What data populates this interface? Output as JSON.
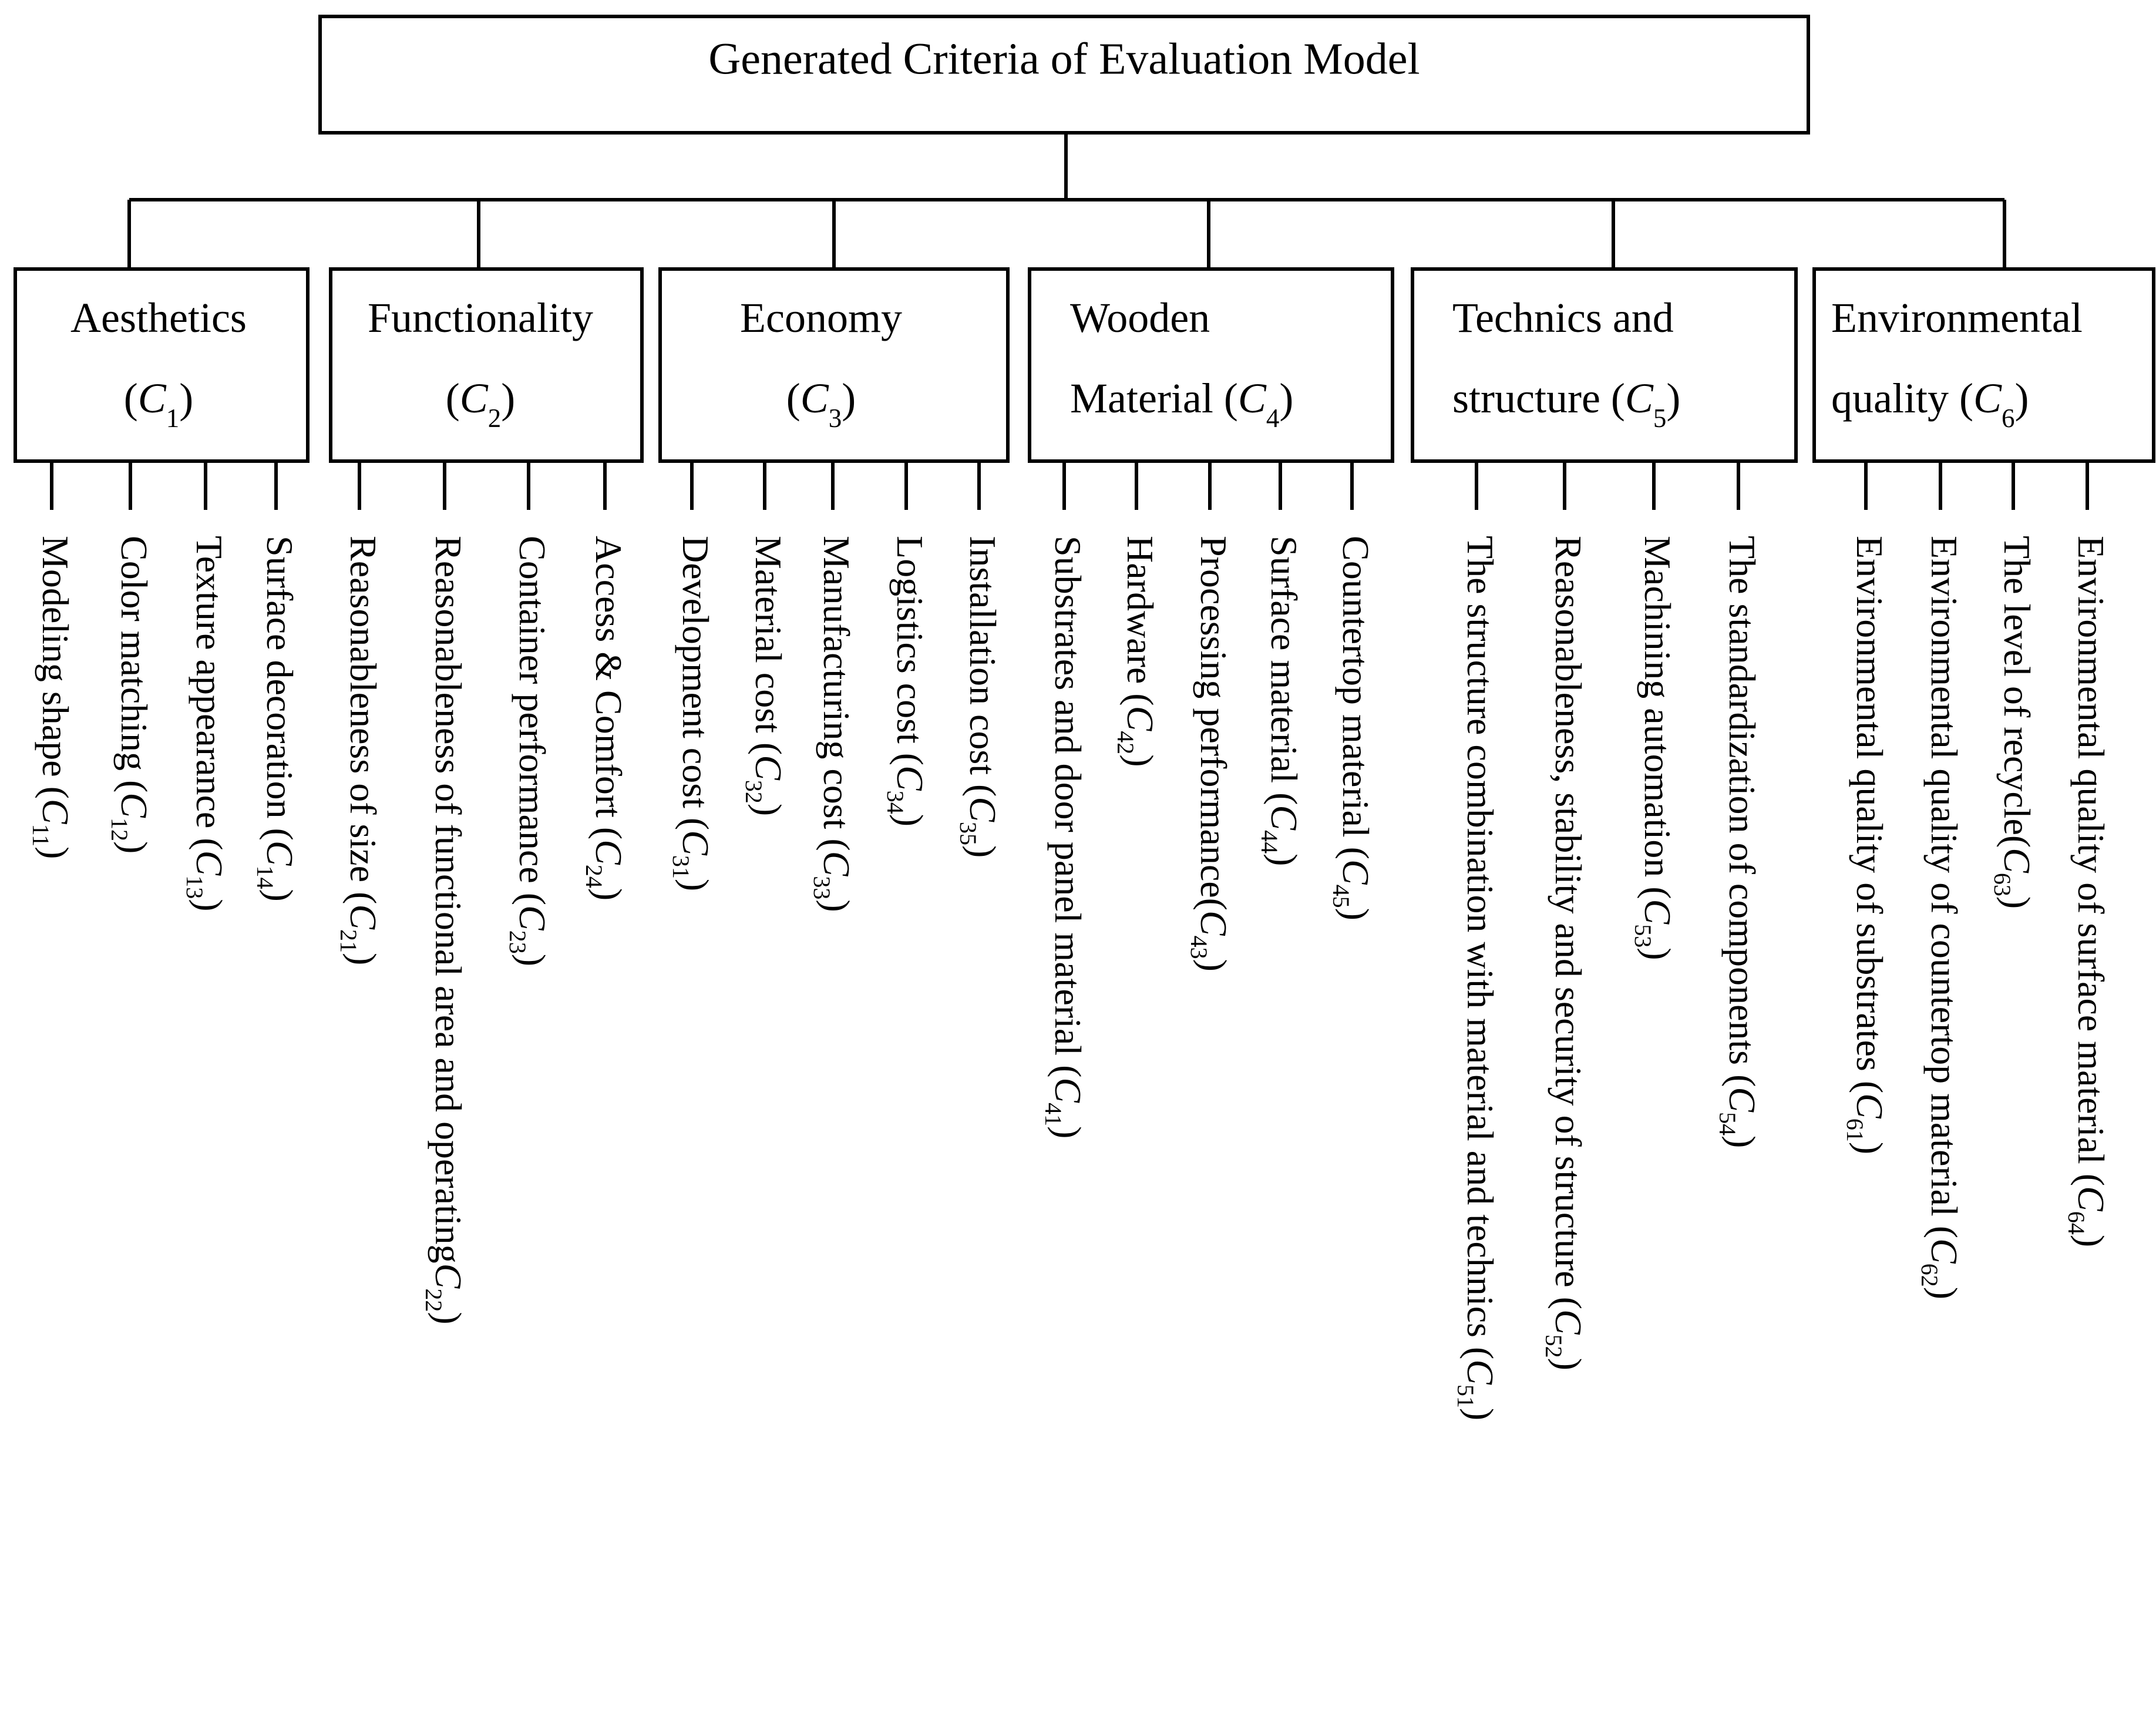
{
  "diagram": {
    "root": {
      "label": "Generated Criteria of Evaluation Model"
    },
    "categories": [
      {
        "lines": [
          [
            {
              "t": "Aesthetics"
            }
          ],
          [
            {
              "t": "("
            },
            {
              "t": "C",
              "i": true
            },
            {
              "t": "1",
              "s": true
            },
            {
              "t": ")"
            }
          ]
        ],
        "leaves": [
          [
            {
              "t": "Modeling shape ("
            },
            {
              "t": "C",
              "i": true
            },
            {
              "t": "11",
              "s": true
            },
            {
              "t": ")"
            }
          ],
          [
            {
              "t": "Color matching ("
            },
            {
              "t": "C",
              "i": true
            },
            {
              "t": "12",
              "s": true
            },
            {
              "t": ")"
            }
          ],
          [
            {
              "t": "Texture appearance ("
            },
            {
              "t": "C",
              "i": true
            },
            {
              "t": "13",
              "s": true
            },
            {
              "t": ")"
            }
          ],
          [
            {
              "t": "Surface decoration ("
            },
            {
              "t": "C",
              "i": true
            },
            {
              "t": "14",
              "s": true
            },
            {
              "t": ")"
            }
          ]
        ]
      },
      {
        "lines": [
          [
            {
              "t": "Functionality"
            }
          ],
          [
            {
              "t": "("
            },
            {
              "t": "C",
              "i": true
            },
            {
              "t": "2",
              "s": true
            },
            {
              "t": ")"
            }
          ]
        ],
        "leaves": [
          [
            {
              "t": "Reasonableness of size ("
            },
            {
              "t": "C",
              "i": true
            },
            {
              "t": "21",
              "s": true
            },
            {
              "t": ")"
            }
          ],
          [
            {
              "t": "Reasonableness of functional area and operating"
            },
            {
              "t": "C",
              "i": true
            },
            {
              "t": "22",
              "s": true
            },
            {
              "t": ")"
            }
          ],
          [
            {
              "t": "Container performance ("
            },
            {
              "t": "C",
              "i": true
            },
            {
              "t": "23",
              "s": true
            },
            {
              "t": ")"
            }
          ],
          [
            {
              "t": "Access  &  Comfort ("
            },
            {
              "t": "C",
              "i": true
            },
            {
              "t": "24",
              "s": true
            },
            {
              "t": ")"
            }
          ]
        ]
      },
      {
        "lines": [
          [
            {
              "t": "Economy"
            }
          ],
          [
            {
              "t": "("
            },
            {
              "t": "C",
              "i": true
            },
            {
              "t": "3",
              "s": true
            },
            {
              "t": ")"
            }
          ]
        ],
        "leaves": [
          [
            {
              "t": "Development cost ("
            },
            {
              "t": "C",
              "i": true
            },
            {
              "t": "31",
              "s": true
            },
            {
              "t": ")"
            }
          ],
          [
            {
              "t": "Material cost ("
            },
            {
              "t": "C",
              "i": true
            },
            {
              "t": "32",
              "s": true
            },
            {
              "t": ")"
            }
          ],
          [
            {
              "t": "Manufacturing cost ("
            },
            {
              "t": "C",
              "i": true
            },
            {
              "t": "33",
              "s": true
            },
            {
              "t": ")"
            }
          ],
          [
            {
              "t": "Logistics cost ("
            },
            {
              "t": "C",
              "i": true
            },
            {
              "t": "34",
              "s": true
            },
            {
              "t": ")"
            }
          ],
          [
            {
              "t": "Installation cost ("
            },
            {
              "t": "C",
              "i": true
            },
            {
              "t": "35",
              "s": true
            },
            {
              "t": ")"
            }
          ]
        ]
      },
      {
        "lines": [
          [
            {
              "t": "Wooden"
            }
          ],
          [
            {
              "t": "Material ("
            },
            {
              "t": "C",
              "i": true
            },
            {
              "t": "4",
              "s": true
            },
            {
              "t": ")"
            }
          ]
        ],
        "leaves": [
          [
            {
              "t": "Substrates and door panel material ("
            },
            {
              "t": "C",
              "i": true
            },
            {
              "t": "41",
              "s": true
            },
            {
              "t": ")"
            }
          ],
          [
            {
              "t": "Hardware ("
            },
            {
              "t": "C",
              "i": true
            },
            {
              "t": "42",
              "s": true
            },
            {
              "t": ")"
            }
          ],
          [
            {
              "t": "Processing performance("
            },
            {
              "t": "C",
              "i": true
            },
            {
              "t": "43",
              "s": true
            },
            {
              "t": ")"
            }
          ],
          [
            {
              "t": "Surface material ("
            },
            {
              "t": "C",
              "i": true
            },
            {
              "t": "44",
              "s": true
            },
            {
              "t": ")"
            }
          ],
          [
            {
              "t": "Countertop material ("
            },
            {
              "t": "C",
              "i": true
            },
            {
              "t": "45",
              "s": true
            },
            {
              "t": ")"
            }
          ]
        ]
      },
      {
        "lines": [
          [
            {
              "t": "Technics and"
            }
          ],
          [
            {
              "t": "structure ("
            },
            {
              "t": "C",
              "i": true
            },
            {
              "t": "5",
              "s": true
            },
            {
              "t": ")"
            }
          ]
        ],
        "leaves": [
          [
            {
              "t": "The structure combination with material and technics ("
            },
            {
              "t": "C",
              "i": true
            },
            {
              "t": "51",
              "s": true
            },
            {
              "t": ")"
            }
          ],
          [
            {
              "t": "Reasonableness, stability and security of structure ("
            },
            {
              "t": "C",
              "i": true
            },
            {
              "t": "52",
              "s": true
            },
            {
              "t": ")"
            }
          ],
          [
            {
              "t": "Machining automation ("
            },
            {
              "t": "C",
              "i": true
            },
            {
              "t": "53",
              "s": true
            },
            {
              "t": ")"
            }
          ],
          [
            {
              "t": "The standardization of components ("
            },
            {
              "t": "C",
              "i": true
            },
            {
              "t": "54",
              "s": true
            },
            {
              "t": ")"
            }
          ]
        ]
      },
      {
        "lines": [
          [
            {
              "t": "Environmental"
            }
          ],
          [
            {
              "t": "quality ("
            },
            {
              "t": "C",
              "i": true
            },
            {
              "t": "6",
              "s": true
            },
            {
              "t": ")"
            }
          ]
        ],
        "leaves": [
          [
            {
              "t": "Environmental quality of substrates ("
            },
            {
              "t": "C",
              "i": true
            },
            {
              "t": "61",
              "s": true
            },
            {
              "t": ")"
            }
          ],
          [
            {
              "t": "Environmental quality of countertop material ("
            },
            {
              "t": "C",
              "i": true
            },
            {
              "t": "62",
              "s": true
            },
            {
              "t": ")"
            }
          ],
          [
            {
              "t": "The level of recycle("
            },
            {
              "t": "C",
              "i": true
            },
            {
              "t": "63",
              "s": true
            },
            {
              "t": ")"
            }
          ],
          [
            {
              "t": "Environmental quality of surface material ("
            },
            {
              "t": "C",
              "i": true
            },
            {
              "t": "64",
              "s": true
            },
            {
              "t": ")"
            }
          ]
        ]
      }
    ]
  },
  "colors": {
    "stroke": "#000000",
    "text": "#000000",
    "background": "#ffffff"
  }
}
